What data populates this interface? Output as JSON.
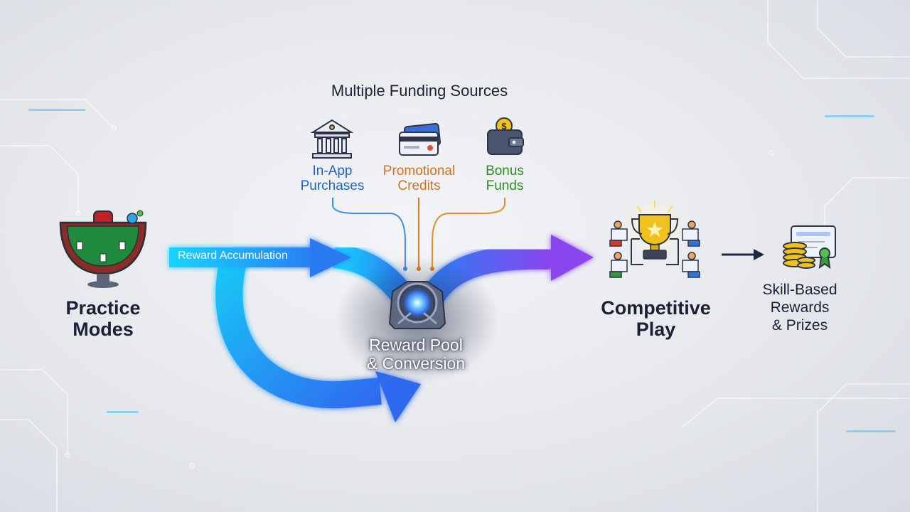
{
  "diagram": {
    "funding_title": "Multiple Funding Sources",
    "sources": [
      {
        "line1": "In-App",
        "line2": "Purchases",
        "icon": "bank-icon",
        "color": "#1f63c6"
      },
      {
        "line1": "Promotional",
        "line2": "Credits",
        "icon": "credit-card-icon",
        "color": "#d2741c"
      },
      {
        "line1": "Bonus",
        "line2": "Funds",
        "icon": "wallet-icon",
        "color": "#2b8d22"
      }
    ],
    "practice": {
      "line1": "Practice",
      "line2": "Modes",
      "icon": "card-table-icon"
    },
    "accumulation_label": "Reward Accumulation",
    "pool": {
      "line1": "Reward Pool",
      "line2": "& Conversion",
      "icon": "vault-core-icon"
    },
    "competitive": {
      "line1": "Competitive",
      "line2": "Play",
      "icon": "trophy-tournament-icon"
    },
    "rewards": {
      "line1": "Skill-Based",
      "line2": "Rewards",
      "line3": "& Prizes",
      "icon": "coins-certificate-icon"
    },
    "colors": {
      "flow_start": "#16c9f6",
      "flow_mid": "#2f6bf0",
      "flow_end": "#8a45ee",
      "text_dark": "#1a2134"
    }
  }
}
